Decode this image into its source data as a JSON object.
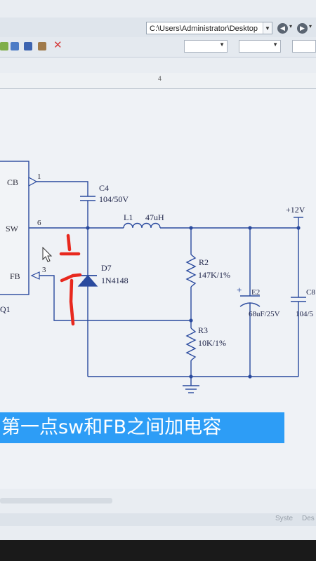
{
  "window": {
    "path": "C:\\Users\\Administrator\\Desktop",
    "ruler_mark": "4"
  },
  "schematic": {
    "ic": {
      "ref": "Q1",
      "pins": {
        "cb": "CB",
        "sw": "SW",
        "fb": "FB"
      },
      "pin_numbers": {
        "cb": "1",
        "sw": "6",
        "fb": "3"
      }
    },
    "c4": {
      "ref": "C4",
      "value": "104/50V"
    },
    "l1": {
      "ref": "L1",
      "value": "47uH"
    },
    "d7": {
      "ref": "D7",
      "value": "1N4148"
    },
    "r2": {
      "ref": "R2",
      "value": "147K/1%"
    },
    "r3": {
      "ref": "R3",
      "value": "10K/1%"
    },
    "e2": {
      "ref": "E2",
      "value": "68uF/25V"
    },
    "c8": {
      "ref": "C8",
      "value": "104/5"
    },
    "power": {
      "label": "+12V"
    },
    "colors": {
      "wire": "#2a4a9e",
      "label": "#20264a",
      "pin_text": "#2c2c3a",
      "annotation": "#e8281e"
    }
  },
  "overlay": {
    "caption": "第一点sw和FB之间加电容",
    "caption_bg": "#2d9df6"
  },
  "statusbar": {
    "item1": "Syste",
    "item2": "Des"
  }
}
